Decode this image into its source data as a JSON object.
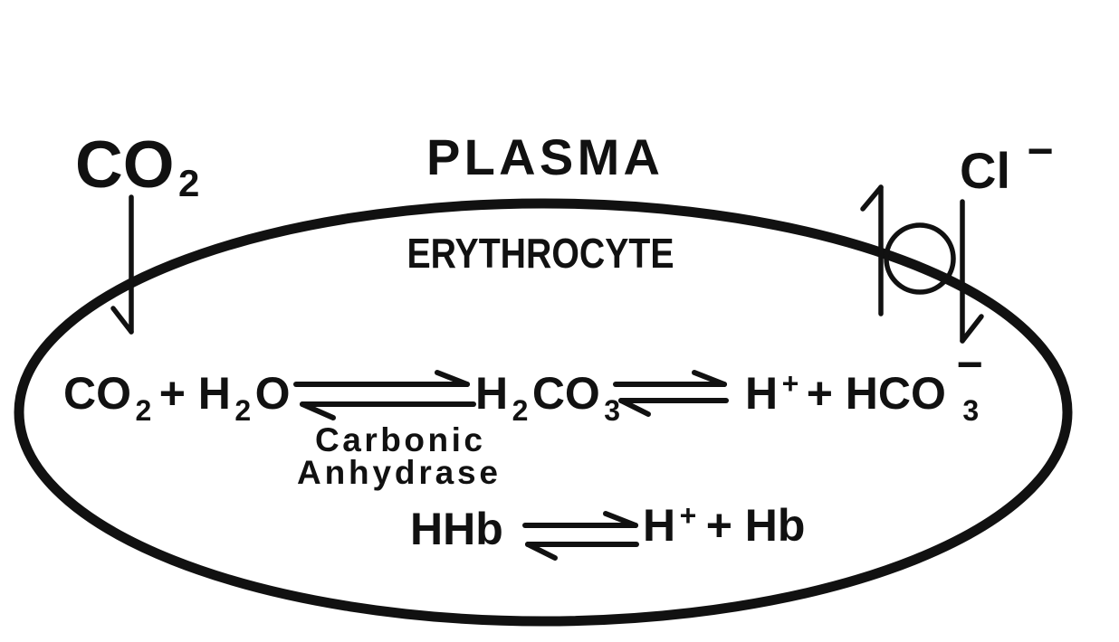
{
  "colors": {
    "ink": "#111111",
    "background": "#ffffff"
  },
  "labels": {
    "plasma": "PLASMA",
    "erythrocyte": "ERYTHROCYTE",
    "co2_extracellular": {
      "base": "CO",
      "sub": "2"
    },
    "chloride": {
      "base": "Cl",
      "sup": "−"
    }
  },
  "reactions": {
    "hydration": {
      "reactant_co2": {
        "base": "CO",
        "sub": "2"
      },
      "plus_water": "+ H",
      "water_sub": "2",
      "water_o": "O",
      "enzyme_line1": "Carbonic",
      "enzyme_line2": "Anhydrase",
      "carbonic_acid": {
        "h": "H",
        "h_sub": "2",
        "co": "CO",
        "co_sub": "3"
      },
      "proton": {
        "h": "H",
        "sup": "+"
      },
      "bicarbonate": {
        "plus_hco": "+ HCO",
        "sub": "3",
        "sup": "−"
      }
    },
    "hemoglobin": {
      "reactant": "HHb",
      "proton": {
        "h": "H",
        "sup": "+"
      },
      "product": "+ Hb"
    }
  }
}
